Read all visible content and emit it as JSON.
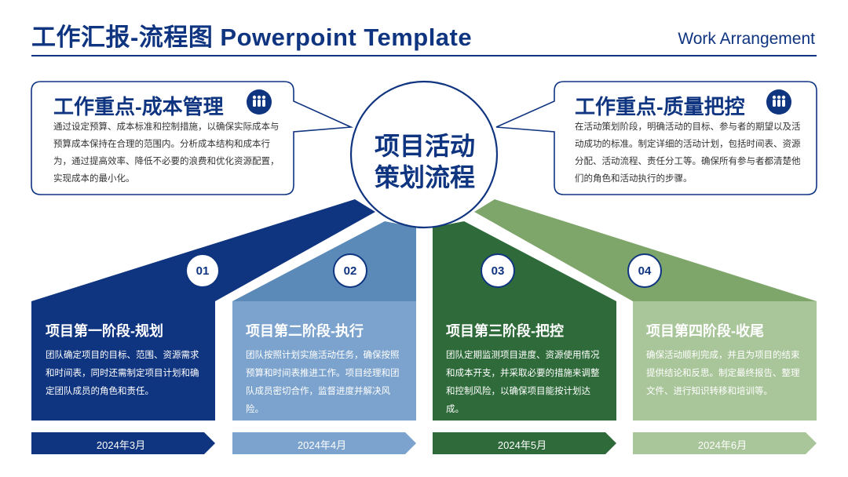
{
  "header": {
    "title": "工作汇报-流程图 Powerpoint Template",
    "subtitle": "Work Arrangement"
  },
  "center": {
    "line1": "项目活动",
    "line2": "策划流程"
  },
  "callouts": [
    {
      "title": "工作重点-成本管理",
      "icon": "people-icon",
      "body": "通过设定预算、成本标准和控制措施，以确保实际成本与预算成本保持在合理的范围内。分析成本结构和成本行为，通过提高效率、降低不必要的浪费和优化资源配置，实现成本的最小化。"
    },
    {
      "title": "工作重点-质量把控",
      "icon": "people-icon",
      "body": "在活动策划阶段，明确活动的目标、参与者的期望以及活动成功的标准。制定详细的活动计划，包括时间表、资源分配、活动流程、责任分工等。确保所有参与者都清楚他们的角色和活动执行的步骤。"
    }
  ],
  "stages": [
    {
      "num": "01",
      "title": "项目第一阶段-规划",
      "body": "团队确定项目的目标、范围、资源需求和时间表，同时还需制定项目计划和确定团队成员的角色和责任。",
      "date": "2024年3月",
      "color": "#0f3480"
    },
    {
      "num": "02",
      "title": "项目第二阶段-执行",
      "body": "团队按照计划实施活动任务，确保按照预算和时间表推进工作。项目经理和团队成员密切合作，监督进度并解决风险。",
      "date": "2024年4月",
      "color": "#7ca3cd"
    },
    {
      "num": "03",
      "title": "项目第三阶段-把控",
      "body": "团队定期监测项目进度、资源使用情况和成本开支，并采取必要的措施来调整和控制风险，以确保项目能按计划达成。",
      "date": "2024年5月",
      "color": "#2f6b3a"
    },
    {
      "num": "04",
      "title": "项目第四阶段-收尾",
      "body": "确保活动顺利完成，并且为项目的结束提供结论和反思。制定最终报告、整理文件、进行知识转移和培训等。",
      "date": "2024年6月",
      "color": "#a9c59a"
    }
  ],
  "colors": {
    "navy": "#0f3480",
    "stage1_fan": "#0f3480",
    "stage2_fan": "#5b89b8",
    "stage3_fan": "#2f6b3a",
    "stage4_fan": "#7ea56a"
  }
}
